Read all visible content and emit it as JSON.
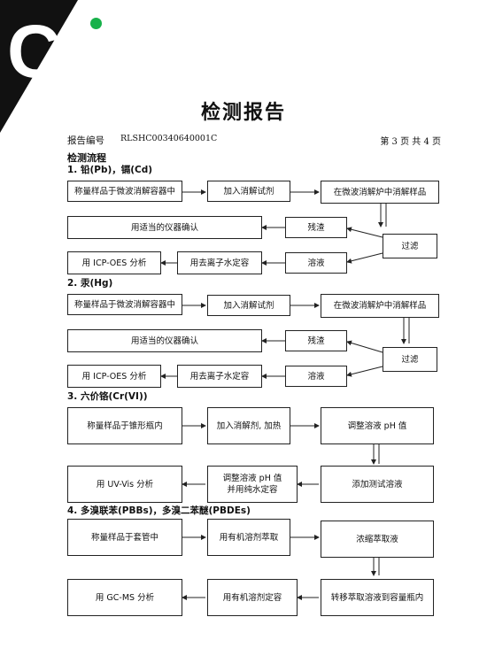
{
  "logo": {
    "text": "CTI",
    "brand_color": "#17b14a"
  },
  "title": "检测报告",
  "header": {
    "report_label": "报告编号",
    "report_no": "RLSHC00340640001C",
    "page_info": "第 3 页   共 4 页"
  },
  "section_title": "检测流程",
  "processes": [
    {
      "title": "1.  铅(Pb)，镉(Cd)",
      "steps": [
        "称量样品于微波消解容器中",
        "加入消解试剂",
        "在微波消解炉中消解样品",
        "过滤",
        "残渣",
        "溶液",
        "用适当的仪器确认",
        "用去离子水定容",
        "用 ICP-OES 分析"
      ]
    },
    {
      "title": "2.  汞(Hg)",
      "steps": [
        "称量样品于微波消解容器中",
        "加入消解试剂",
        "在微波消解炉中消解样品",
        "过滤",
        "残渣",
        "溶液",
        "用适当的仪器确认",
        "用去离子水定容",
        "用 ICP-OES 分析"
      ]
    },
    {
      "title": "3.  六价铬(Cr(VI))",
      "steps": [
        "称量样品于锥形瓶内",
        "加入消解剂, 加热",
        "调整溶液 pH 值",
        "添加测试溶液",
        "调整溶液 pH 值",
        "并用纯水定容",
        "用 UV-Vis 分析"
      ]
    },
    {
      "title": "4.  多溴联苯(PBBs)，多溴二苯醚(PBDEs)",
      "steps": [
        "称量样品于套管中",
        "用有机溶剂萃取",
        "浓缩萃取液",
        "转移萃取溶液到容量瓶内",
        "用有机溶剂定容",
        "用 GC-MS 分析"
      ]
    }
  ]
}
